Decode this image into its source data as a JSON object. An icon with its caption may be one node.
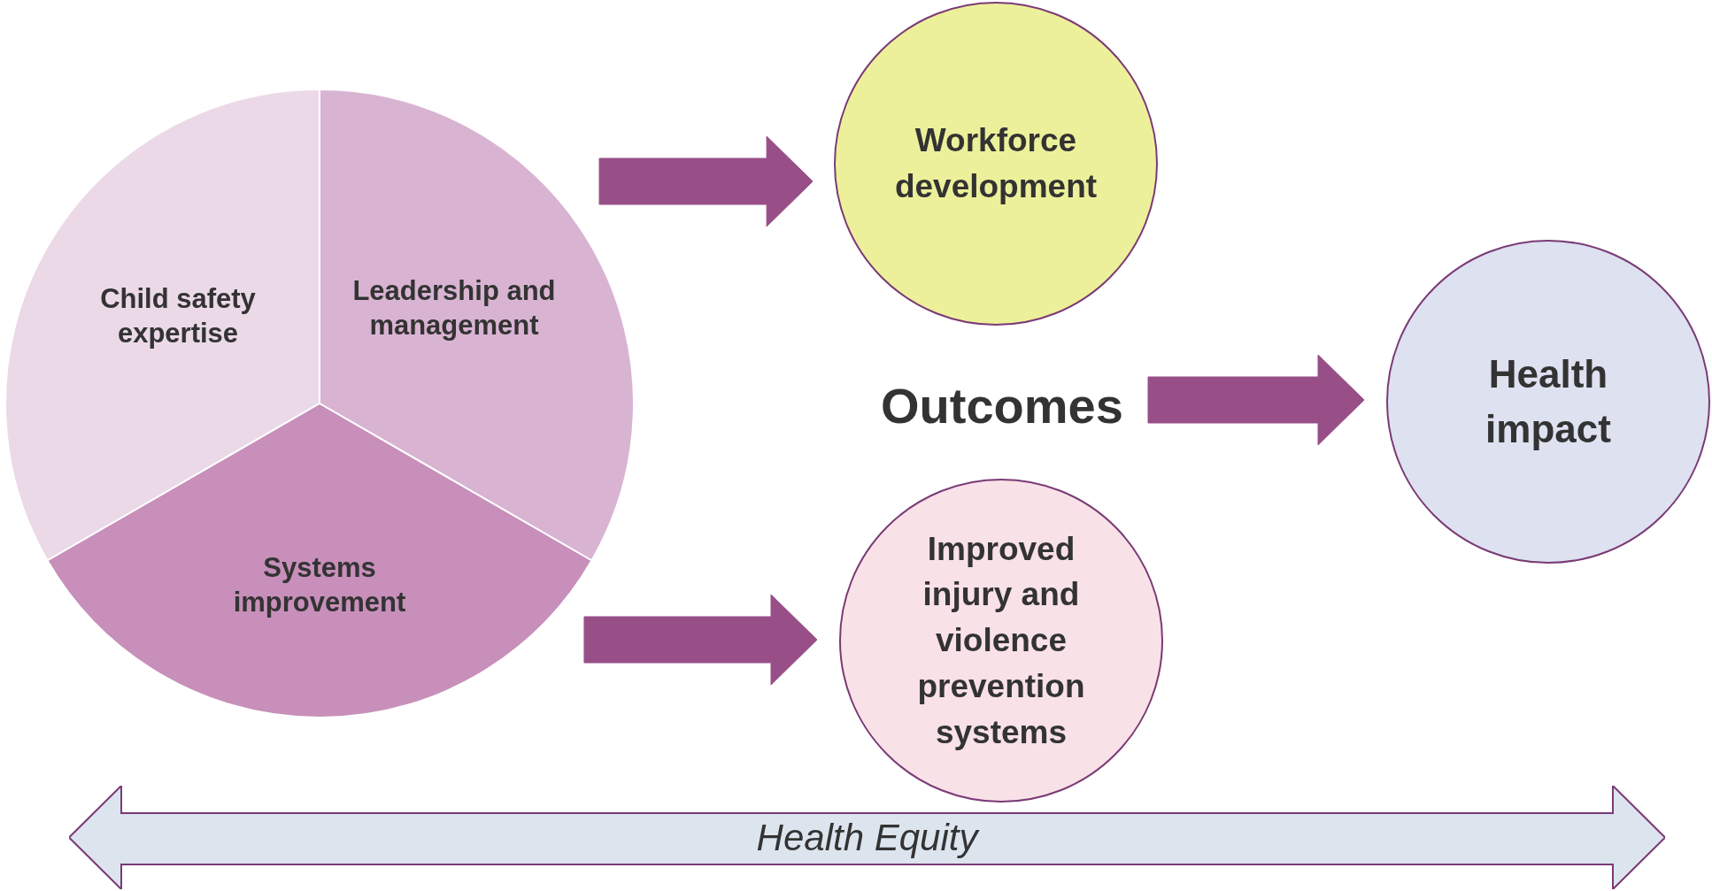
{
  "diagram": {
    "nodes": [
      {
        "text": [
          "Child safety expertise"
        ]
      },
      {
        "text": [
          "Leadership and management"
        ]
      },
      {
        "text": [
          "Systems improvement"
        ]
      },
      {
        "text": [
          "Workforce development"
        ]
      },
      {
        "text": [
          "Outcomes"
        ]
      },
      {
        "text": [
          "Health impact"
        ]
      },
      {
        "text": [
          "Improved injury and violence prevention systems"
        ]
      },
      {
        "text": [
          "Health Equity"
        ]
      }
    ],
    "edges": [
      {
        "from": 1,
        "to": 3,
        "arrow": "to"
      },
      {
        "from": 2,
        "to": 6,
        "arrow": "to"
      },
      {
        "from": 4,
        "to": 5,
        "arrow": "to"
      }
    ]
  }
}
